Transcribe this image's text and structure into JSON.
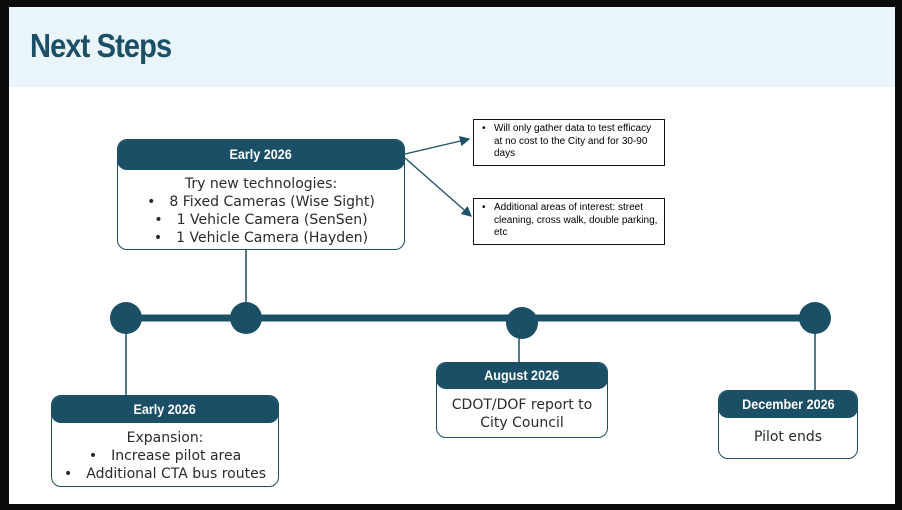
{
  "slide": {
    "title": "Next Steps"
  },
  "colors": {
    "primary": "#1b4f66",
    "title_band": "#e9f5fa",
    "frame": "#0b0b0b"
  },
  "milestones": {
    "early_2026_top": {
      "label": "Early 2026",
      "heading": "Try new technologies:",
      "items": [
        "8 Fixed Cameras (Wise Sight)",
        "1 Vehicle Camera (SenSen)",
        "1 Vehicle Camera (Hayden)"
      ]
    },
    "early_2026_bottom": {
      "label": "Early 2026",
      "heading": "Expansion:",
      "items": [
        "Increase pilot area",
        "Additional CTA bus routes"
      ]
    },
    "august_2026": {
      "label": "August 2026",
      "line1": "CDOT/DOF report to",
      "line2": "City Council"
    },
    "december_2026": {
      "label": "December 2026",
      "text": "Pilot ends"
    }
  },
  "notes": {
    "efficacy": "Will only gather data to test efficacy at no cost to the City and for 30-90 days",
    "interest": "Additional areas of interest: street cleaning, cross walk, double parking, etc"
  }
}
